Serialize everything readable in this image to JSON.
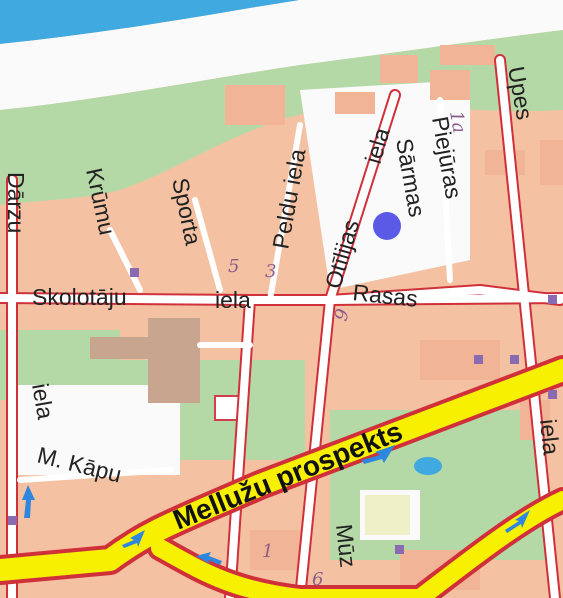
{
  "map": {
    "colors": {
      "water": "#3fa9e0",
      "built_area": "#f4c2a2",
      "park": "#b5d9a6",
      "open_land": "#fafafa",
      "major_road_fill": "#f7f000",
      "road_casing": "#d0303a",
      "minor_road": "#ffffff",
      "building": "#f2b497",
      "highlight_block": "#c8a58e",
      "marker": "#5a5ae6",
      "house_number": "#8a5c8a",
      "direction_arrow": "#2e86de"
    },
    "streets": {
      "daglu": "Dārzu",
      "krumu": "Krūmu",
      "sporta": "Sporta",
      "peldu": "Peldu iela",
      "otilijas": "Otīlijas",
      "otilijas_iela": "iela",
      "sarmas": "Sārmas",
      "pieiuras": "Piejūras",
      "upes": "Upes",
      "skolotaju": "Skolotāju",
      "skolotaju_iela": "iela",
      "rasas": "Rasas",
      "m_kapu": "M. Kāpu",
      "iela_left": "iela",
      "meluzu": "Mellužu prospekts",
      "muzu": "Mūz",
      "iela_right": "iela"
    },
    "house_numbers": {
      "n5": "5",
      "n3": "3",
      "n9": "9",
      "n1a": "1a",
      "n1": "1",
      "n6": "6"
    },
    "marker": {
      "icon": "location-dot-icon"
    },
    "arrows": [
      {
        "icon": "one-way-arrow-icon"
      },
      {
        "icon": "one-way-arrow-icon"
      },
      {
        "icon": "one-way-arrow-icon"
      },
      {
        "icon": "one-way-arrow-icon"
      },
      {
        "icon": "one-way-arrow-icon"
      }
    ]
  }
}
